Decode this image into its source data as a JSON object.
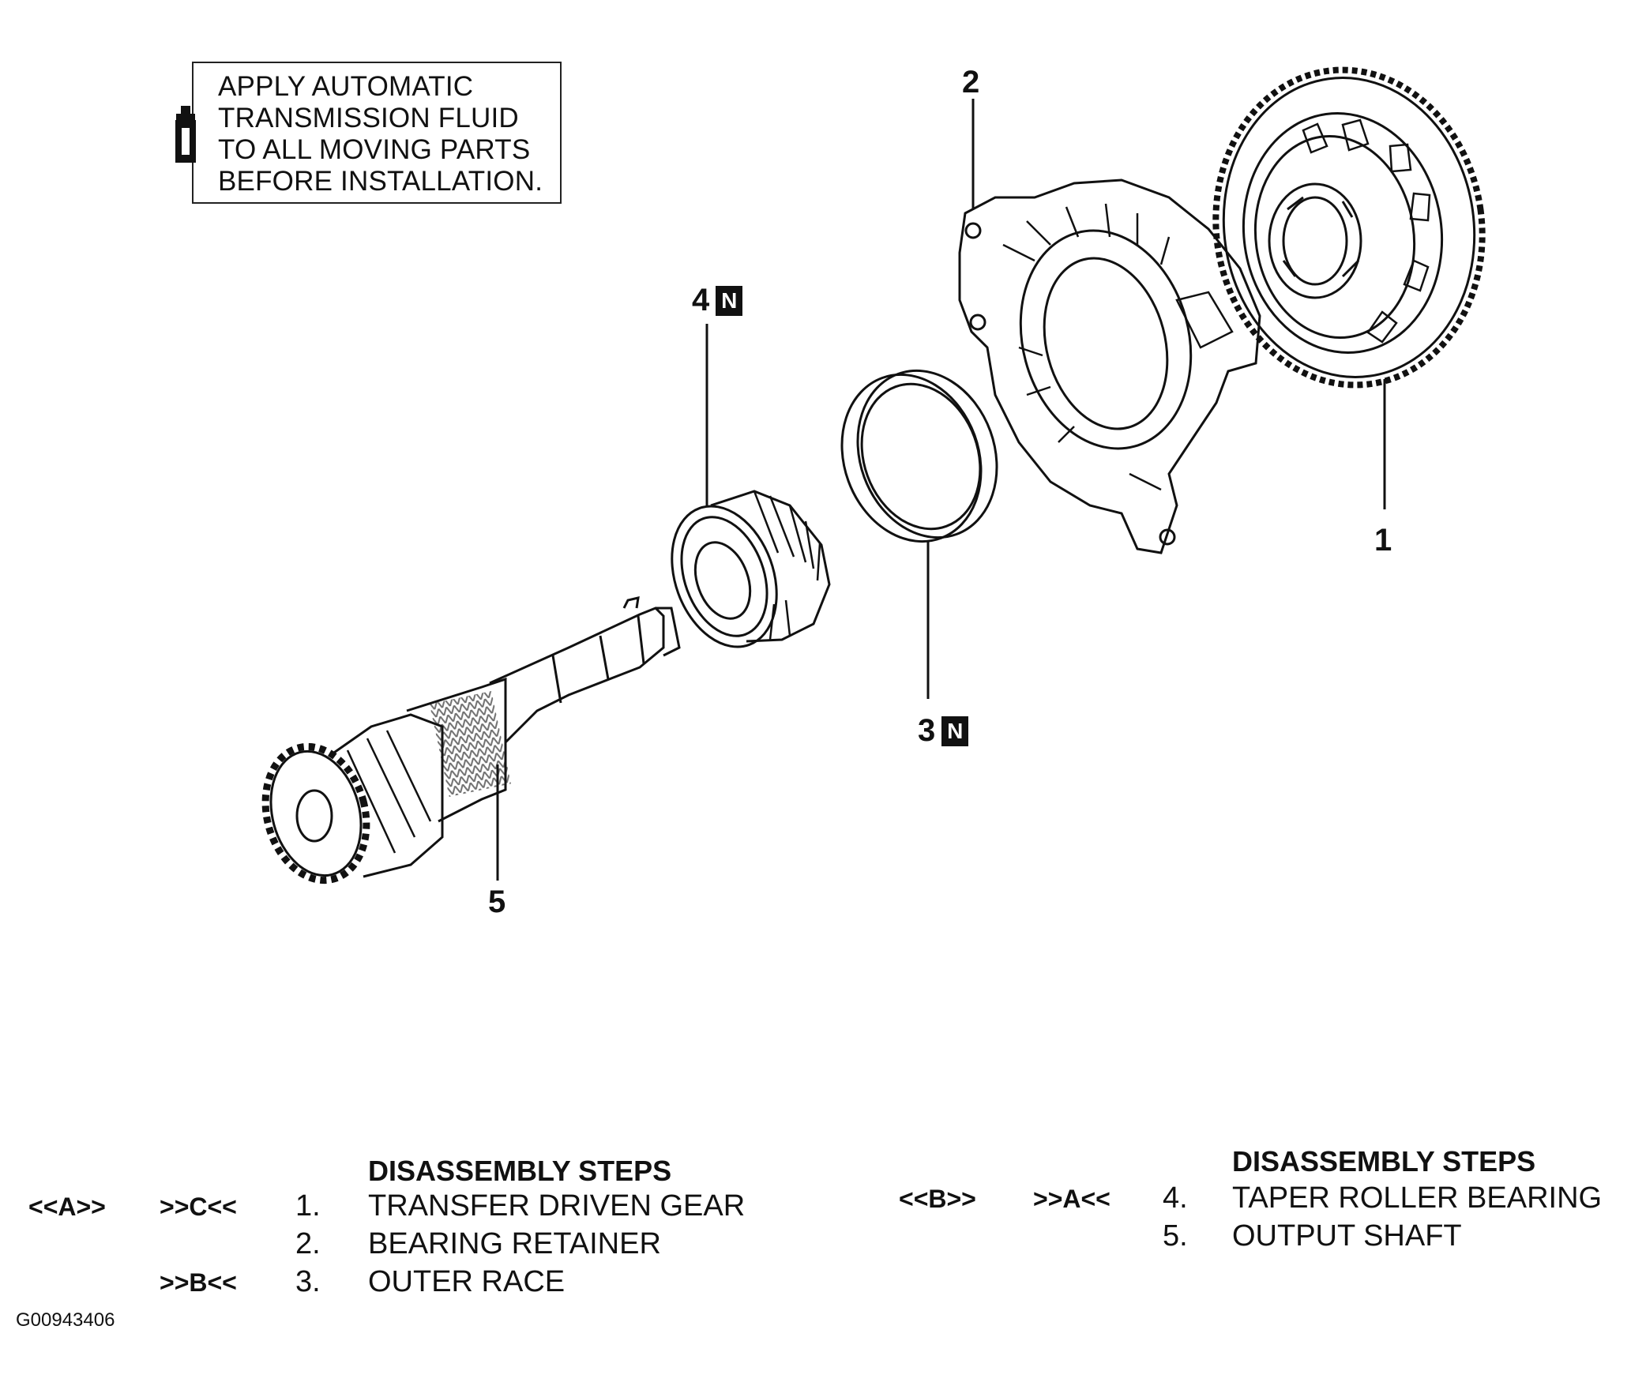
{
  "note": {
    "lines": [
      "APPLY AUTOMATIC",
      "TRANSMISSION FLUID",
      "TO ALL MOVING PARTS",
      "BEFORE INSTALLATION."
    ],
    "icon": "fluid-bottle-icon"
  },
  "callouts": {
    "c1": "1",
    "c2": "2",
    "c3": "3",
    "c3_badge": "N",
    "c4": "4",
    "c4_badge": "N",
    "c5": "5"
  },
  "steps_left": {
    "heading": "DISASSEMBLY STEPS",
    "rows": [
      {
        "ref1": "<<A>>",
        "ref2": ">>C<<",
        "num": "1.",
        "name": "TRANSFER DRIVEN GEAR"
      },
      {
        "ref1": "",
        "ref2": "",
        "num": "2.",
        "name": "BEARING RETAINER"
      },
      {
        "ref1": "",
        "ref2": ">>B<<",
        "num": "3.",
        "name": "OUTER RACE"
      }
    ]
  },
  "steps_right": {
    "heading": "DISASSEMBLY STEPS",
    "rows": [
      {
        "ref1": "<<B>>",
        "ref2": ">>A<<",
        "num": "4.",
        "name": "TAPER ROLLER BEARING"
      },
      {
        "ref1": "",
        "ref2": "",
        "num": "5.",
        "name": "OUTPUT SHAFT"
      }
    ]
  },
  "figure_id": "G00943406"
}
